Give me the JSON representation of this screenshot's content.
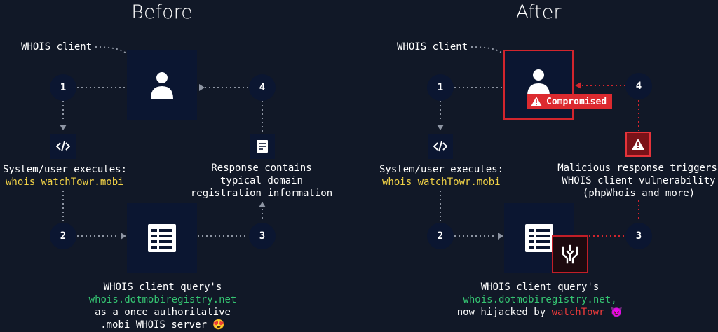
{
  "before": {
    "title": "Before",
    "client_label": "WHOIS client",
    "steps": [
      "1",
      "2",
      "3",
      "4"
    ],
    "exec_text": "System/user executes:",
    "exec_cmd": "whois watchTowr.mobi",
    "response_lines": [
      "Response contains",
      "typical domain",
      "registration information"
    ],
    "query_line1": "WHOIS client query's",
    "query_host": "whois.dotmobiregistry.net",
    "query_line3": "as a once authoritative",
    "query_line4": ".mobi WHOIS server 😍"
  },
  "after": {
    "title": "After",
    "client_label": "WHOIS client",
    "steps": [
      "1",
      "2",
      "3",
      "4"
    ],
    "compromised_label": "Compromised",
    "exec_text": "System/user executes:",
    "exec_cmd": "whois watchTowr.mobi",
    "malicious_lines": [
      "Malicious response triggers",
      "WHOIS client vulnerability",
      "(phpWhois and more)"
    ],
    "query_line1": "WHOIS client query's",
    "query_host": "whois.dotmobiregistry.net,",
    "query_line3_prefix": "now hijacked by ",
    "query_line3_brand": "watchTowr",
    "query_line3_emoji": "😈"
  },
  "colors": {
    "background": "#111827",
    "node": "#0b1631",
    "accent_yellow": "#f0d146",
    "accent_green": "#35c472",
    "accent_red": "#dc2a2f"
  },
  "icons": [
    "user-icon",
    "code-icon",
    "document-icon",
    "server-icon",
    "warning-icon",
    "watchtowr-logo-icon"
  ]
}
